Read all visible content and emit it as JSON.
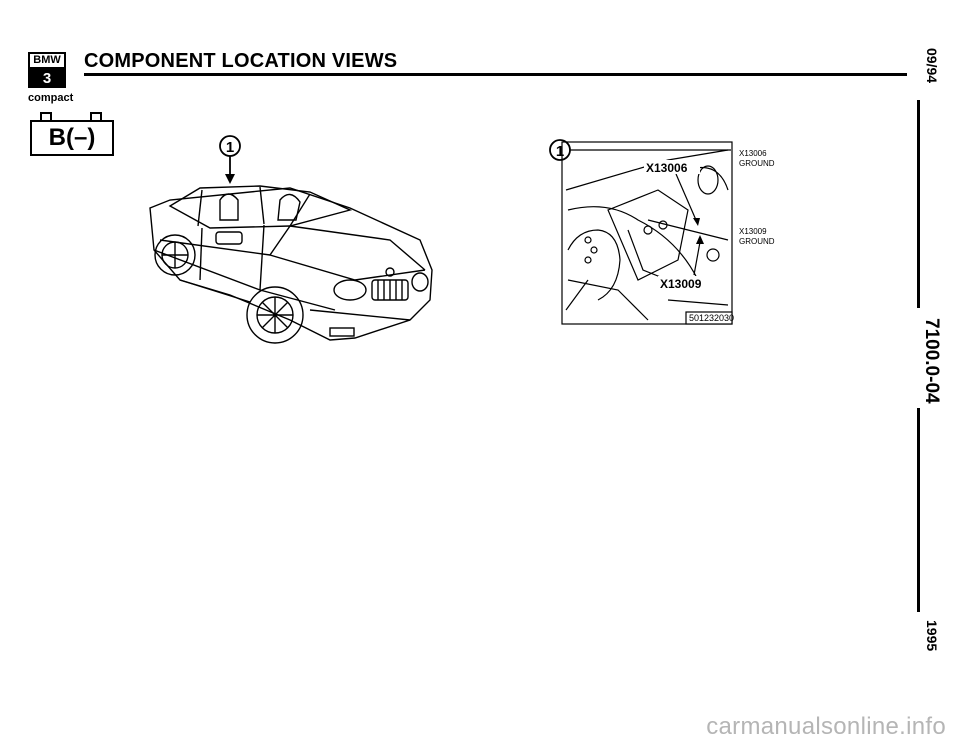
{
  "header": {
    "logo_top": "BMW",
    "logo_bottom": "3",
    "logo_sub": "compact",
    "title": "COMPONENT LOCATION VIEWS"
  },
  "component": {
    "label": "B(–)"
  },
  "figure_car": {
    "callout": "1"
  },
  "figure_photo": {
    "callout": "1",
    "label_top_inset": "X13006",
    "label_bottom_inset": "X13009",
    "figure_number": "501232030",
    "legend": [
      {
        "id": "X13006",
        "desc": "GROUND"
      },
      {
        "id": "X13009",
        "desc": "GROUND"
      }
    ]
  },
  "side": {
    "date": "09/94",
    "doc_number": "7100.0-04",
    "year": "1995"
  },
  "watermark": "carmanualsonline.info"
}
